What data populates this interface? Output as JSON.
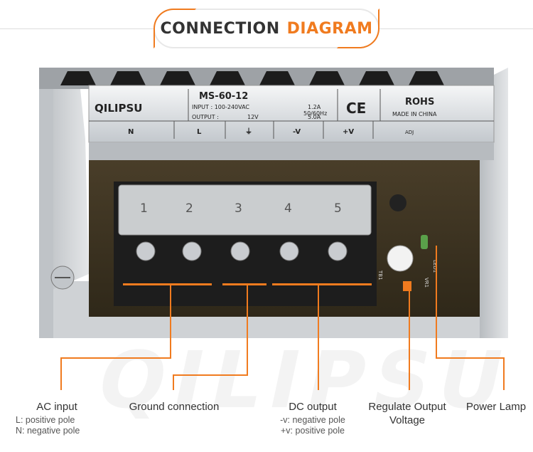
{
  "header": {
    "title_part1": "CONNECTION",
    "title_part2": "DIAGRAM"
  },
  "label": {
    "brand": "QILIPSU",
    "model": "MS-60-12",
    "input_label": "INPUT : 100-240VAC",
    "input_current": "1.2A",
    "input_freq": "50/60Hz",
    "output_label": "OUTPUT :",
    "output_voltage": "12V",
    "output_current": "5.0A",
    "ce_mark": "CE",
    "rohs": "ROHS",
    "made_in": "MADE IN CHINA",
    "terminals": [
      "N",
      "L",
      "⏚",
      "-V",
      "+V"
    ],
    "adj": "ADJ"
  },
  "terminal_block": {
    "numbers": [
      "1",
      "2",
      "3",
      "4",
      "5"
    ],
    "tb_label": "TB1",
    "led_label": "LED1",
    "vr_label": "VR1"
  },
  "callouts": {
    "ac_input": {
      "title": "AC input",
      "line1": "L: positive pole",
      "line2": "N: negative pole"
    },
    "ground": {
      "title": "Ground connection"
    },
    "dc_output": {
      "title": "DC  output",
      "line1": "-v: negative pole",
      "line2": "+v: positive pole"
    },
    "regulate": {
      "title_line1": "Regulate Output",
      "title_line2": "Voltage"
    },
    "power_lamp": {
      "title": "Power Lamp"
    }
  },
  "colors": {
    "accent": "#f07b1f",
    "text": "#333333"
  }
}
